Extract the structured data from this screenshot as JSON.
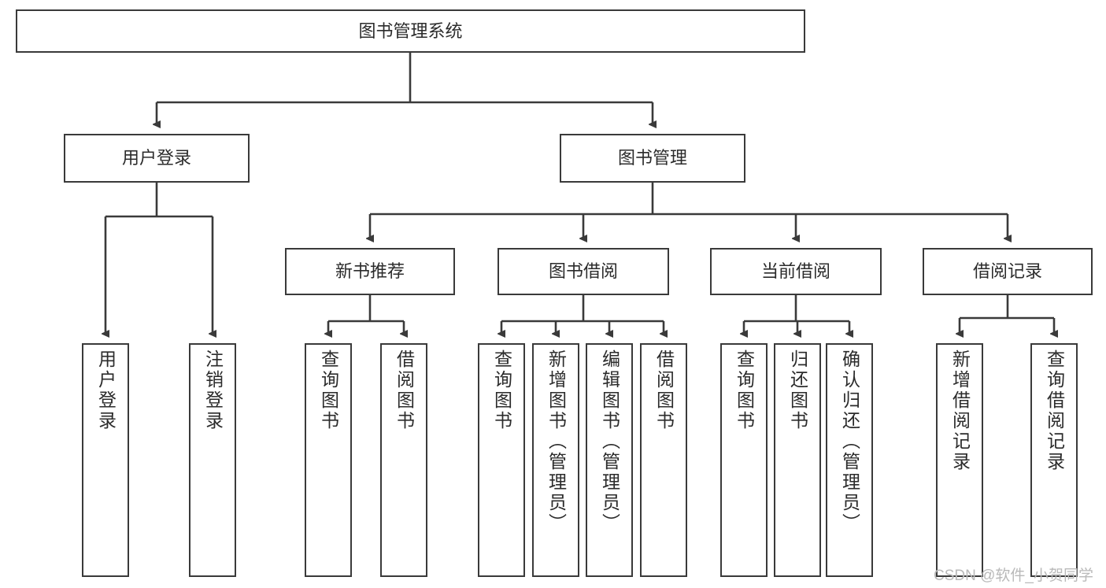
{
  "diagram": {
    "type": "tree-hierarchy",
    "title": "图书管理系统",
    "watermark": "CSDN @软件_小贺同学",
    "colors": {
      "box_border": "#3a3a3a",
      "box_fill": "#ffffff",
      "connector": "#3a3a3a",
      "text": "#2b2b2b",
      "watermark": "#b9b9b9"
    },
    "levels": [
      {
        "level": 1,
        "nodes": [
          {
            "id": "root",
            "label": "图书管理系统",
            "orientation": "horizontal"
          }
        ]
      },
      {
        "level": 2,
        "nodes": [
          {
            "id": "user-login",
            "label": "用户登录",
            "orientation": "horizontal",
            "parent": "root"
          },
          {
            "id": "book-manage",
            "label": "图书管理",
            "orientation": "horizontal",
            "parent": "root"
          }
        ]
      },
      {
        "level": 3,
        "nodes": [
          {
            "id": "new-book-rec",
            "label": "新书推荐",
            "orientation": "horizontal",
            "parent": "book-manage"
          },
          {
            "id": "book-borrow",
            "label": "图书借阅",
            "orientation": "horizontal",
            "parent": "book-manage"
          },
          {
            "id": "current-borrow",
            "label": "当前借阅",
            "orientation": "horizontal",
            "parent": "book-manage"
          },
          {
            "id": "borrow-record",
            "label": "借阅记录",
            "orientation": "horizontal",
            "parent": "book-manage"
          }
        ]
      },
      {
        "level": 4,
        "nodes": [
          {
            "id": "leaf-user-login",
            "label": "用户登录",
            "orientation": "vertical",
            "parent": "user-login"
          },
          {
            "id": "leaf-logout",
            "label": "注销登录",
            "orientation": "vertical",
            "parent": "user-login"
          },
          {
            "id": "leaf-rec-query",
            "label": "查询图书",
            "orientation": "vertical",
            "parent": "new-book-rec"
          },
          {
            "id": "leaf-rec-borrow",
            "label": "借阅图书",
            "orientation": "vertical",
            "parent": "new-book-rec"
          },
          {
            "id": "leaf-borrow-query",
            "label": "查询图书",
            "orientation": "vertical",
            "parent": "book-borrow"
          },
          {
            "id": "leaf-add-book",
            "label": "新增图书（管理员）",
            "orientation": "vertical",
            "parent": "book-borrow"
          },
          {
            "id": "leaf-edit-book",
            "label": "编辑图书（管理员）",
            "orientation": "vertical",
            "parent": "book-borrow"
          },
          {
            "id": "leaf-borrow-book",
            "label": "借阅图书",
            "orientation": "vertical",
            "parent": "book-borrow"
          },
          {
            "id": "leaf-cur-query",
            "label": "查询图书",
            "orientation": "vertical",
            "parent": "current-borrow"
          },
          {
            "id": "leaf-return-book",
            "label": "归还图书",
            "orientation": "vertical",
            "parent": "current-borrow"
          },
          {
            "id": "leaf-confirm-return",
            "label": "确认归还（管理员）",
            "orientation": "vertical",
            "parent": "current-borrow"
          },
          {
            "id": "leaf-add-record",
            "label": "新增借阅记录",
            "orientation": "vertical",
            "parent": "borrow-record"
          },
          {
            "id": "leaf-query-record",
            "label": "查询借阅记录",
            "orientation": "vertical",
            "parent": "borrow-record"
          }
        ]
      }
    ]
  }
}
